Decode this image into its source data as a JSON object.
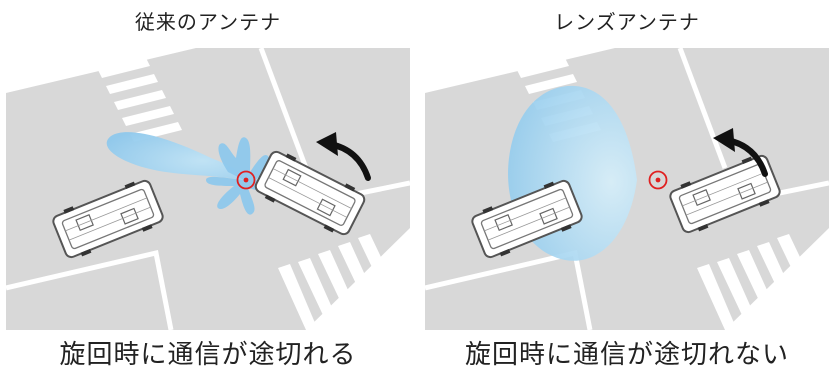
{
  "panels": [
    {
      "title": "従来のアンテナ",
      "caption": "旋回時に通信が途切れる"
    },
    {
      "title": "レンズアンテナ",
      "caption": "旋回時に通信が途切れない"
    }
  ],
  "colors": {
    "road": "#d9d9d9",
    "background": "#ffffff",
    "beam": "#9fd0ee",
    "antenna_marker": "#e02020",
    "vehicle_outline": "#555555",
    "arrow": "#111111"
  },
  "icons": [
    "bus-icon",
    "antenna-marker-icon",
    "rotation-arrow-icon"
  ]
}
